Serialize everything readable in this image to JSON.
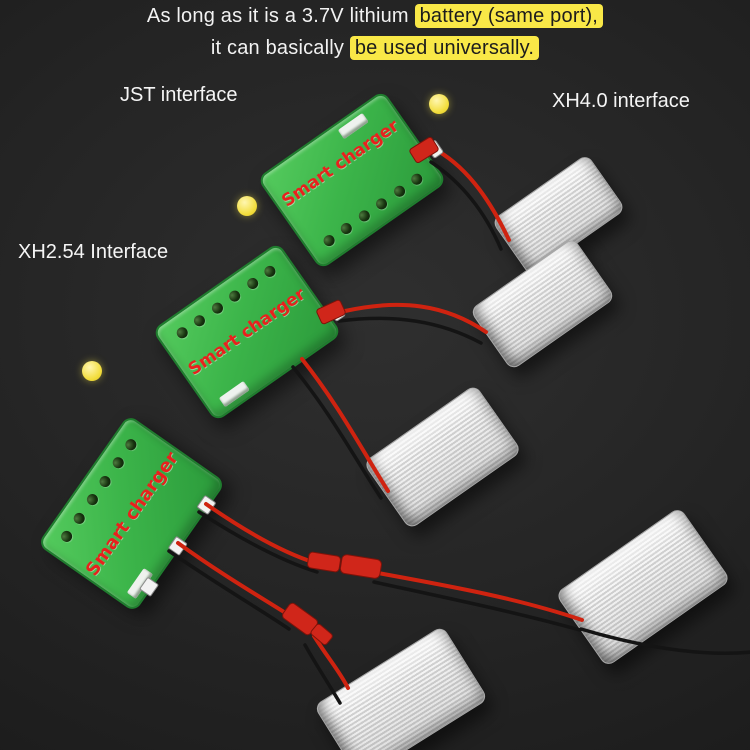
{
  "header": {
    "line1_pre": "As long as it is a 3.7V lithium ",
    "line1_hl": "battery (same port),",
    "line2_pre": "it can basically ",
    "line2_hl": "be used universally."
  },
  "callouts": {
    "jst": "JST interface",
    "xh40": "XH4.0 interface",
    "xh254": "XH2.54 Interface"
  },
  "charger": {
    "label": "Smart charger"
  },
  "colors": {
    "highlight_yellow": "#f9e847",
    "charger_green": "#3cb54a",
    "charger_text_red": "#e8211d",
    "battery_silver": "#e6e6e6",
    "wire_red": "#cf2310",
    "wire_black": "#141414"
  }
}
